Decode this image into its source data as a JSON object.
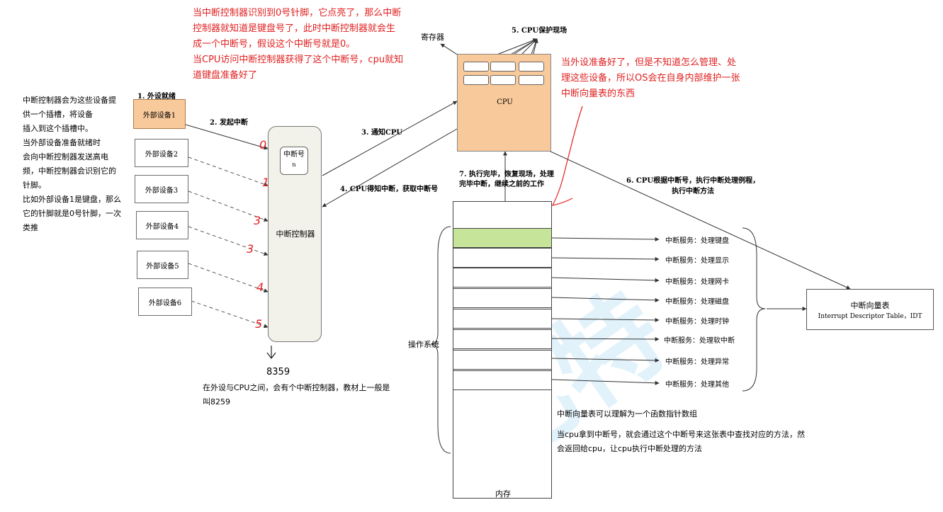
{
  "left_note": {
    "lines": [
      "中断控制器会为这些设备提",
      "供一个插槽，将设备",
      "插入到这个插槽中。",
      "当外部设备准备就绪时",
      "会向中断控制器发送高电",
      "频，中断控制器会识别它的",
      "针脚。",
      "比如外部设备1是键盘，那么",
      "它的针脚就是0号针脚，一次",
      "类推"
    ]
  },
  "red_note_top": {
    "lines": [
      "当中断控制器识别到0号针脚，它点亮了，那么中断",
      "控制器就知道是键盘号了，此时中断控制器就会生",
      "成一个中断号，假设这个中断号就是0。",
      "当CPU访问中断控制器获得了这个中断号，cpu就知",
      "道键盘准备好了"
    ]
  },
  "red_note_right": {
    "lines": [
      "当外设准备好了，但是不知道怎么管理、处",
      "理这些设备，所以OS会在自身内部维护一张",
      "中断向量表的东西"
    ]
  },
  "steps": {
    "s1": "1. 外设就绪",
    "s2": "2. 发起中断",
    "s3": "3. 通知CPU",
    "s4": "4. CPU得知中断，获取中断号",
    "s5": "5. CPU保护现场",
    "s6a": "6. CPU根据中断号，执行中断处理例程，",
    "s6b": "执行中断方法",
    "s7a": "7. 执行完毕，恢复现场，处理",
    "s7b": "完毕中断，继续之前的工作"
  },
  "devices": [
    "外部设备1",
    "外部设备2",
    "外部设备3",
    "外部设备4",
    "外部设备5",
    "外部设备6"
  ],
  "controller": {
    "label": "中断控制器",
    "number_label": "中断号",
    "number_value": "n",
    "handwritten_label": "8359",
    "pin_marks": [
      "0",
      "1",
      "3",
      "3",
      "4",
      "5"
    ]
  },
  "controller_note": {
    "lines": [
      "在外设与CPU之间，会有个中断控制器，教材上一般是",
      "叫8259"
    ]
  },
  "cpu": {
    "label": "CPU",
    "register_label": "寄存器"
  },
  "memory": {
    "label": "内存",
    "os_label": "操作系统"
  },
  "services": [
    "中断服务：处理键盘",
    "中断服务：处理显示",
    "中断服务：处理网卡",
    "中断服务：处理磁盘",
    "中断服务：处理时钟",
    "中断服务：处理软中断",
    "中断服务：处理异常",
    "中断服务：处理其他"
  ],
  "idt": {
    "title": "中断向量表",
    "subtitle": "Interrupt Descriptor Table，IDT"
  },
  "bottom_note": {
    "lines": [
      "中断向量表可以理解为一个函数指针数组",
      "当cpu拿到中断号，就会通过这个中断号来这张表中查找对应的方法，然",
      "会返回给cpu，让cpu执行中断处理的方法"
    ]
  },
  "colors": {
    "device_active": "#f8c99a",
    "cpu_fill": "#f8c99a",
    "highlight_slot": "#c6e49a",
    "controller_fill": "#f3f2ea",
    "note_red": "#e02020"
  }
}
